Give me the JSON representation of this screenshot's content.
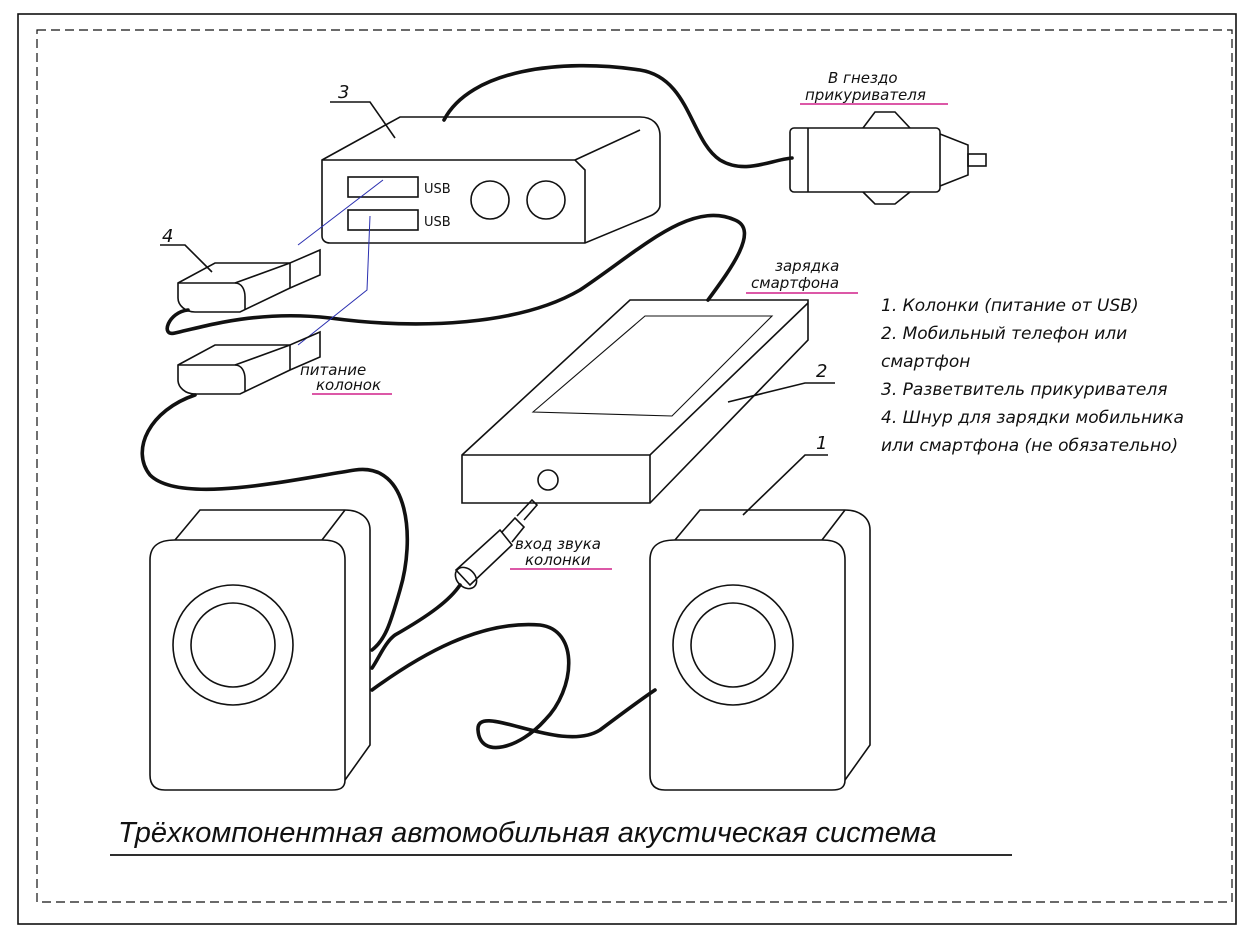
{
  "title": "Трёхкомпонентная автомобильная акустическая система",
  "labels": {
    "lighter_socket_line1": "В гнездо",
    "lighter_socket_line2": "прикуривателя",
    "charging_line1": "зарядка",
    "charging_line2": "смартфона",
    "speaker_power_line1": "питание",
    "speaker_power_line2": "колонок",
    "audio_input_line1": "вход звука",
    "audio_input_line2": "колонки",
    "usb_1": "USB",
    "usb_2": "USB"
  },
  "callouts": {
    "n1": "1",
    "n2": "2",
    "n3": "3",
    "n4": "4"
  },
  "legend": [
    "1. Колонки (питание от USB)",
    "2. Мобильный телефон или",
    "смартфон",
    "3. Разветвитель прикуривателя",
    "4. Шнур для зарядки мобильника",
    "или смартфона (не обязательно)"
  ],
  "colors": {
    "ink": "#111111",
    "underline": "#d0208a",
    "leader": "#2a2fb0"
  }
}
